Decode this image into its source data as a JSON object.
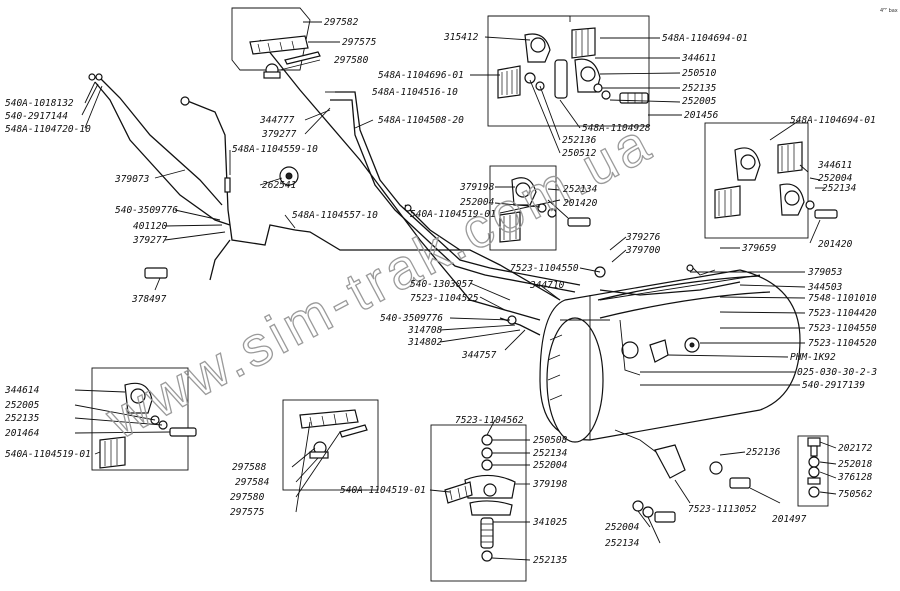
{
  "corner_mark": "4ᴾᴾ bax",
  "watermark": "www.sim-trak.com.ua",
  "labels": {
    "l297582": "297582",
    "l297575a": "297575",
    "l297580a": "297580",
    "l315412": "315412",
    "l548A_1104694_01_top": "548А-1104694-01",
    "l344611_top": "344611",
    "l250510": "250510",
    "l252135_top": "252135",
    "l252005_top": "252005",
    "l201456": "201456",
    "l548A_1104928": "548А-1104928",
    "l252136_top": "252136",
    "l250512": "250512",
    "l548A_1104696_01": "548А-1104696-01",
    "l548A_1104516_10": "548А-1104516-10",
    "l344777": "344777",
    "l379277_top": "379277",
    "l548A_1104508_20": "548А-1104508-20",
    "l548A_1104559_10": "548А-1104559-10",
    "l540A_1018132": "540А-1018132",
    "l540_2917144": "540-2917144",
    "l548A_1104720_10": "548А-1104720-10",
    "l379073": "379073",
    "l262541": "262541",
    "l540_3509776": "540-3509776",
    "l401120": "401120",
    "l379277_left": "379277",
    "l378497": "378497",
    "l548A_1104557_10": "548А-1104557-10",
    "l379198_mid": "379198",
    "l252004_mid": "252004",
    "l540A_1104519_01_mid": "540А-1104519-01",
    "l252134_mid": "252134",
    "l201420_mid": "201420",
    "l548A_1104694_01_right": "548А-1104694-01",
    "l344611_right": "344611",
    "l252004_right": "252004",
    "l252134_right": "252134",
    "l201420_right": "201420",
    "l379276": "379276",
    "l379700": "379700",
    "l379659": "379659",
    "l379053": "379053",
    "l344503": "344503",
    "l7548_1101010": "7548-1101010",
    "l7523_1104420": "7523-1104420",
    "l7523_1104550_right": "7523-1104550",
    "l7523_1104520": "7523-1104520",
    "lPHM_1K92": "РНМ-1К92",
    "l025_030_30_2_3": "025-030-30-2-3",
    "l540_2917139": "540-2917139",
    "l7523_1104550_mid": "7523-1104550",
    "l540_1303057": "540-1303057",
    "l7523_1104525": "7523-1104525",
    "l344710": "344710",
    "l540_3509776b": "540-3509776",
    "l314708": "314708",
    "l314802": "314802",
    "l344757": "344757",
    "l344614": "344614",
    "l252005_left": "252005",
    "l252135_left": "252135",
    "l201464": "201464",
    "l540A_1104519_01_left": "540А-1104519-01",
    "l297588": "297588",
    "l297584": "297584",
    "l297580b": "297580",
    "l297575b": "297575",
    "l7523_1104562": "7523-1104562",
    "l250508": "250508",
    "l252134_bot": "252134",
    "l252004_bot": "252004",
    "l540A_1104519_01_bot": "540А-1104519-01",
    "l379198_bot": "379198",
    "l341025": "341025",
    "l252135_bot": "252135",
    "l252136_bot": "252136",
    "l7523_1113052": "7523-1113052",
    "l201497": "201497",
    "l252004_bot2": "252004",
    "l252134_bot2": "252134",
    "l202172": "202172",
    "l252018": "252018",
    "l376128": "376128",
    "l750562": "750562"
  }
}
